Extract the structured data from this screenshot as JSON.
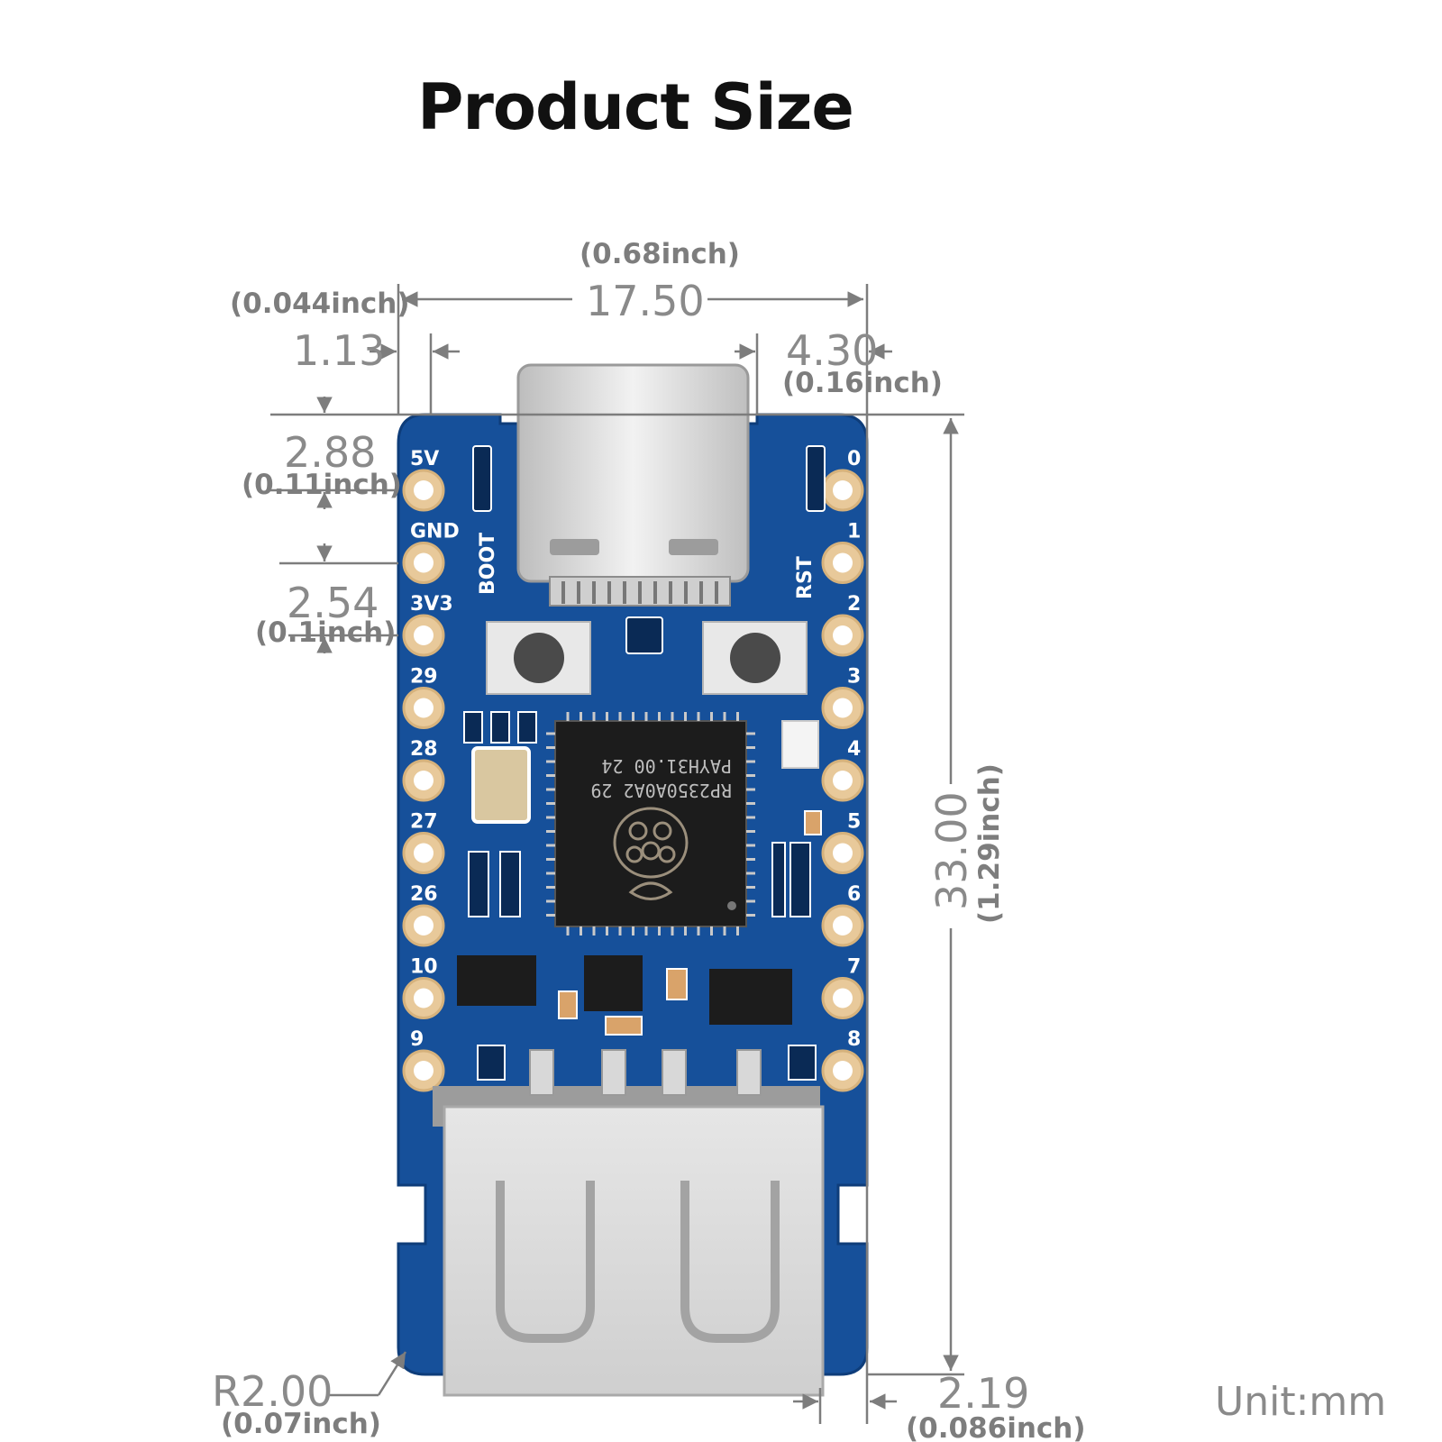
{
  "title": "Product Size",
  "unit": "Unit:mm",
  "dimensions": {
    "width": {
      "value": "17.50",
      "inch": "(0.68inch)"
    },
    "left_edge": {
      "value": "1.13",
      "inch": "(0.044inch)"
    },
    "connector_offset": {
      "value": "4.30",
      "inch": "(0.16inch)"
    },
    "pin_top": {
      "value": "2.88",
      "inch": "(0.11inch)"
    },
    "pin_pitch": {
      "value": "2.54",
      "inch": "(0.1inch)"
    },
    "height": {
      "value": "33.00",
      "inch": "(1.29inch)"
    },
    "corner_radius": {
      "value": "R2.00",
      "inch": "(0.07inch)"
    },
    "usb_overhang": {
      "value": "2.19",
      "inch": "(0.086inch)"
    }
  },
  "board": {
    "pins_left": [
      "5V",
      "GND",
      "3V3",
      "29",
      "28",
      "27",
      "26",
      "10",
      "9"
    ],
    "pins_right": [
      "0",
      "1",
      "2",
      "3",
      "4",
      "5",
      "6",
      "7",
      "8"
    ],
    "boot_label": "BOOT",
    "rst_label": "RST",
    "chip_lines": [
      "RP2350A0A2 29",
      "PAYH31.00 24"
    ],
    "pcb_color": "#16509a",
    "pad_color": "#e8c99a"
  }
}
